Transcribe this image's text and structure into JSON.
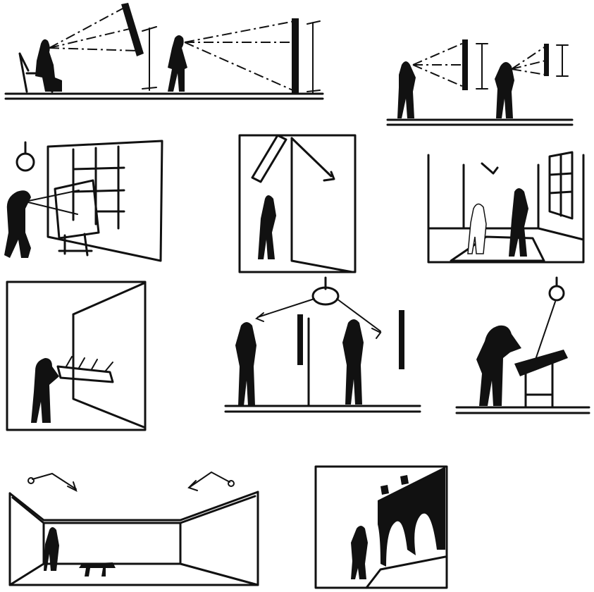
{
  "figure": {
    "ink_color": "#111111",
    "paper_color": "#ffffff",
    "panels": [
      {
        "id": "eye-level-viewing",
        "icon": "seated-and-standing-viewer"
      },
      {
        "id": "viewing-heights",
        "icon": "two-viewers-dimension"
      },
      {
        "id": "easel-display",
        "icon": "leaning-viewer-easel"
      },
      {
        "id": "ceiling-track-light",
        "icon": "track-light"
      },
      {
        "id": "room-with-window",
        "icon": "window-room"
      },
      {
        "id": "tabletop-display",
        "icon": "table-display"
      },
      {
        "id": "pendant-wall-light",
        "icon": "pendant-lamp"
      },
      {
        "id": "lectern-viewing",
        "icon": "lectern"
      },
      {
        "id": "cove-lighting-room",
        "icon": "cove-light"
      },
      {
        "id": "arched-wall-spotlights",
        "icon": "arch-spotlights"
      }
    ]
  }
}
